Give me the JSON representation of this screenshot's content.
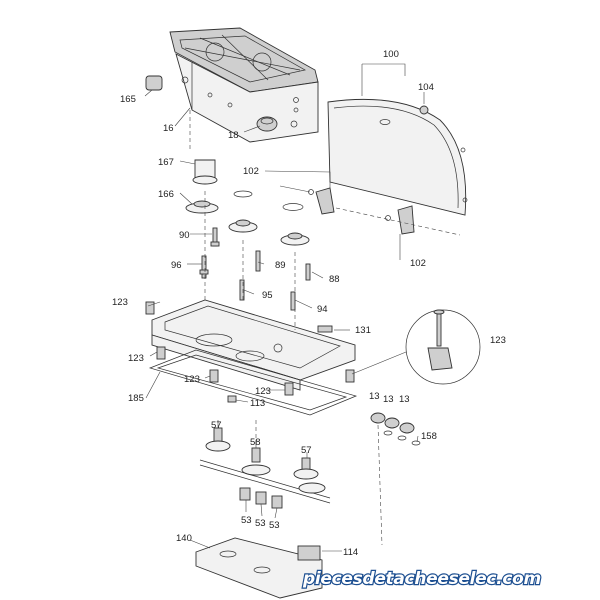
{
  "labels": {
    "l100": "100",
    "l104": "104",
    "l165": "165",
    "l16": "16",
    "l18": "18",
    "l167": "167",
    "l102a": "102",
    "l166": "166",
    "l90": "90",
    "l89": "89",
    "l96": "96",
    "l88": "88",
    "l102b": "102",
    "l95": "95",
    "l94": "94",
    "l123a": "123",
    "l131": "131",
    "l123b": "123",
    "l123c": "123",
    "l123d": "123",
    "l123e": "123",
    "l185": "185",
    "l113": "113",
    "l13a": "13",
    "l13b": "13",
    "l13c": "13",
    "l158": "158",
    "l57a": "57",
    "l58": "58",
    "l57b": "57",
    "l53a": "53",
    "l53b": "53",
    "l53c": "53",
    "l140": "140",
    "l114": "114"
  },
  "watermark": "piecesdetacheeselec.com"
}
